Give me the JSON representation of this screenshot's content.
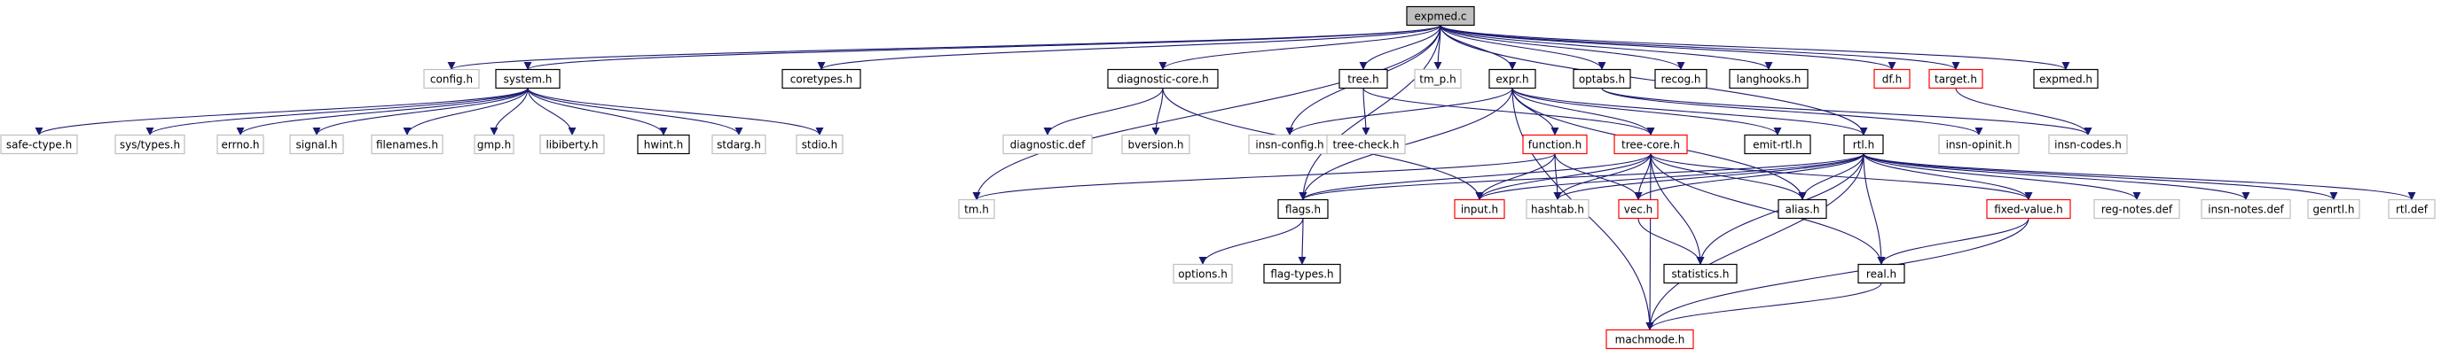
{
  "diagram": {
    "nodes": [
      {
        "id": "expmed.c",
        "label": "expmed.c",
        "style": "root"
      },
      {
        "id": "config.h",
        "label": "config.h",
        "style": "gray"
      },
      {
        "id": "system.h",
        "label": "system.h",
        "style": "black"
      },
      {
        "id": "coretypes.h",
        "label": "coretypes.h",
        "style": "black"
      },
      {
        "id": "diagnostic-core.h",
        "label": "diagnostic-core.h",
        "style": "black"
      },
      {
        "id": "tree.h",
        "label": "tree.h",
        "style": "black"
      },
      {
        "id": "tm_p.h",
        "label": "tm_p.h",
        "style": "gray"
      },
      {
        "id": "expr.h",
        "label": "expr.h",
        "style": "black"
      },
      {
        "id": "optabs.h",
        "label": "optabs.h",
        "style": "black"
      },
      {
        "id": "recog.h",
        "label": "recog.h",
        "style": "black"
      },
      {
        "id": "langhooks.h",
        "label": "langhooks.h",
        "style": "black"
      },
      {
        "id": "df.h",
        "label": "df.h",
        "style": "red"
      },
      {
        "id": "target.h",
        "label": "target.h",
        "style": "red"
      },
      {
        "id": "expmed.h",
        "label": "expmed.h",
        "style": "black"
      },
      {
        "id": "safe-ctype.h",
        "label": "safe-ctype.h",
        "style": "gray"
      },
      {
        "id": "sys/types.h",
        "label": "sys/types.h",
        "style": "gray"
      },
      {
        "id": "errno.h",
        "label": "errno.h",
        "style": "gray"
      },
      {
        "id": "signal.h",
        "label": "signal.h",
        "style": "gray"
      },
      {
        "id": "filenames.h",
        "label": "filenames.h",
        "style": "gray"
      },
      {
        "id": "gmp.h",
        "label": "gmp.h",
        "style": "gray"
      },
      {
        "id": "libiberty.h",
        "label": "libiberty.h",
        "style": "gray"
      },
      {
        "id": "hwint.h",
        "label": "hwint.h",
        "style": "black"
      },
      {
        "id": "stdarg.h",
        "label": "stdarg.h",
        "style": "gray"
      },
      {
        "id": "stdio.h",
        "label": "stdio.h",
        "style": "gray"
      },
      {
        "id": "diagnostic.def",
        "label": "diagnostic.def",
        "style": "gray"
      },
      {
        "id": "bversion.h",
        "label": "bversion.h",
        "style": "gray"
      },
      {
        "id": "insn-config.h",
        "label": "insn-config.h",
        "style": "gray"
      },
      {
        "id": "tree-check.h",
        "label": "tree-check.h",
        "style": "gray"
      },
      {
        "id": "function.h",
        "label": "function.h",
        "style": "red"
      },
      {
        "id": "tree-core.h",
        "label": "tree-core.h",
        "style": "red"
      },
      {
        "id": "emit-rtl.h",
        "label": "emit-rtl.h",
        "style": "black"
      },
      {
        "id": "rtl.h",
        "label": "rtl.h",
        "style": "black"
      },
      {
        "id": "insn-opinit.h",
        "label": "insn-opinit.h",
        "style": "gray"
      },
      {
        "id": "insn-codes.h",
        "label": "insn-codes.h",
        "style": "gray"
      },
      {
        "id": "tm.h",
        "label": "tm.h",
        "style": "gray"
      },
      {
        "id": "flags.h",
        "label": "flags.h",
        "style": "black"
      },
      {
        "id": "input.h",
        "label": "input.h",
        "style": "red"
      },
      {
        "id": "hashtab.h",
        "label": "hashtab.h",
        "style": "gray"
      },
      {
        "id": "vec.h",
        "label": "vec.h",
        "style": "red"
      },
      {
        "id": "alias.h",
        "label": "alias.h",
        "style": "black"
      },
      {
        "id": "fixed-value.h",
        "label": "fixed-value.h",
        "style": "red"
      },
      {
        "id": "reg-notes.def",
        "label": "reg-notes.def",
        "style": "gray"
      },
      {
        "id": "insn-notes.def",
        "label": "insn-notes.def",
        "style": "gray"
      },
      {
        "id": "genrtl.h",
        "label": "genrtl.h",
        "style": "gray"
      },
      {
        "id": "rtl.def",
        "label": "rtl.def",
        "style": "gray"
      },
      {
        "id": "options.h",
        "label": "options.h",
        "style": "gray"
      },
      {
        "id": "flag-types.h",
        "label": "flag-types.h",
        "style": "black"
      },
      {
        "id": "statistics.h",
        "label": "statistics.h",
        "style": "black"
      },
      {
        "id": "real.h",
        "label": "real.h",
        "style": "black"
      },
      {
        "id": "machmode.h",
        "label": "machmode.h",
        "style": "red"
      }
    ],
    "edges": [
      [
        "expmed.c",
        "config.h"
      ],
      [
        "expmed.c",
        "system.h"
      ],
      [
        "expmed.c",
        "coretypes.h"
      ],
      [
        "expmed.c",
        "diagnostic-core.h"
      ],
      [
        "expmed.c",
        "tree.h"
      ],
      [
        "expmed.c",
        "tm_p.h"
      ],
      [
        "expmed.c",
        "expr.h"
      ],
      [
        "expmed.c",
        "optabs.h"
      ],
      [
        "expmed.c",
        "recog.h"
      ],
      [
        "expmed.c",
        "langhooks.h"
      ],
      [
        "expmed.c",
        "df.h"
      ],
      [
        "expmed.c",
        "target.h"
      ],
      [
        "expmed.c",
        "expmed.h"
      ],
      [
        "expmed.c",
        "tm.h"
      ],
      [
        "expmed.c",
        "flags.h"
      ],
      [
        "expmed.c",
        "insn-config.h"
      ],
      [
        "expmed.c",
        "rtl.h"
      ],
      [
        "system.h",
        "safe-ctype.h"
      ],
      [
        "system.h",
        "sys/types.h"
      ],
      [
        "system.h",
        "errno.h"
      ],
      [
        "system.h",
        "signal.h"
      ],
      [
        "system.h",
        "filenames.h"
      ],
      [
        "system.h",
        "gmp.h"
      ],
      [
        "system.h",
        "libiberty.h"
      ],
      [
        "system.h",
        "hwint.h"
      ],
      [
        "system.h",
        "stdarg.h"
      ],
      [
        "system.h",
        "stdio.h"
      ],
      [
        "diagnostic-core.h",
        "diagnostic.def"
      ],
      [
        "diagnostic-core.h",
        "bversion.h"
      ],
      [
        "diagnostic-core.h",
        "input.h"
      ],
      [
        "tree.h",
        "tree-check.h"
      ],
      [
        "tree.h",
        "tree-core.h"
      ],
      [
        "expr.h",
        "insn-config.h"
      ],
      [
        "expr.h",
        "function.h"
      ],
      [
        "expr.h",
        "tree-core.h"
      ],
      [
        "expr.h",
        "emit-rtl.h"
      ],
      [
        "expr.h",
        "rtl.h"
      ],
      [
        "expr.h",
        "flags.h"
      ],
      [
        "expr.h",
        "alias.h"
      ],
      [
        "expr.h",
        "machmode.h"
      ],
      [
        "optabs.h",
        "insn-opinit.h"
      ],
      [
        "optabs.h",
        "insn-codes.h"
      ],
      [
        "target.h",
        "insn-codes.h"
      ],
      [
        "function.h",
        "tm.h"
      ],
      [
        "function.h",
        "hashtab.h"
      ],
      [
        "function.h",
        "input.h"
      ],
      [
        "function.h",
        "vec.h"
      ],
      [
        "tree-core.h",
        "flags.h"
      ],
      [
        "tree-core.h",
        "input.h"
      ],
      [
        "tree-core.h",
        "hashtab.h"
      ],
      [
        "tree-core.h",
        "vec.h"
      ],
      [
        "tree-core.h",
        "alias.h"
      ],
      [
        "tree-core.h",
        "statistics.h"
      ],
      [
        "tree-core.h",
        "real.h"
      ],
      [
        "tree-core.h",
        "fixed-value.h"
      ],
      [
        "tree-core.h",
        "machmode.h"
      ],
      [
        "rtl.h",
        "flags.h"
      ],
      [
        "rtl.h",
        "input.h"
      ],
      [
        "rtl.h",
        "hashtab.h"
      ],
      [
        "rtl.h",
        "vec.h"
      ],
      [
        "rtl.h",
        "alias.h"
      ],
      [
        "rtl.h",
        "statistics.h"
      ],
      [
        "rtl.h",
        "real.h"
      ],
      [
        "rtl.h",
        "fixed-value.h"
      ],
      [
        "rtl.h",
        "reg-notes.def"
      ],
      [
        "rtl.h",
        "insn-notes.def"
      ],
      [
        "rtl.h",
        "genrtl.h"
      ],
      [
        "rtl.h",
        "rtl.def"
      ],
      [
        "rtl.h",
        "machmode.h"
      ],
      [
        "flags.h",
        "options.h"
      ],
      [
        "flags.h",
        "flag-types.h"
      ],
      [
        "vec.h",
        "statistics.h"
      ],
      [
        "real.h",
        "machmode.h"
      ],
      [
        "fixed-value.h",
        "real.h"
      ],
      [
        "fixed-value.h",
        "machmode.h"
      ]
    ],
    "colors": {
      "edge": "#191970",
      "root_fill": "#bfbfbf",
      "black_border": "#000000",
      "gray_border": "#bfbfbf",
      "red_border": "#ff0000",
      "node_fill": "#ffffff",
      "text": "#000000"
    }
  }
}
